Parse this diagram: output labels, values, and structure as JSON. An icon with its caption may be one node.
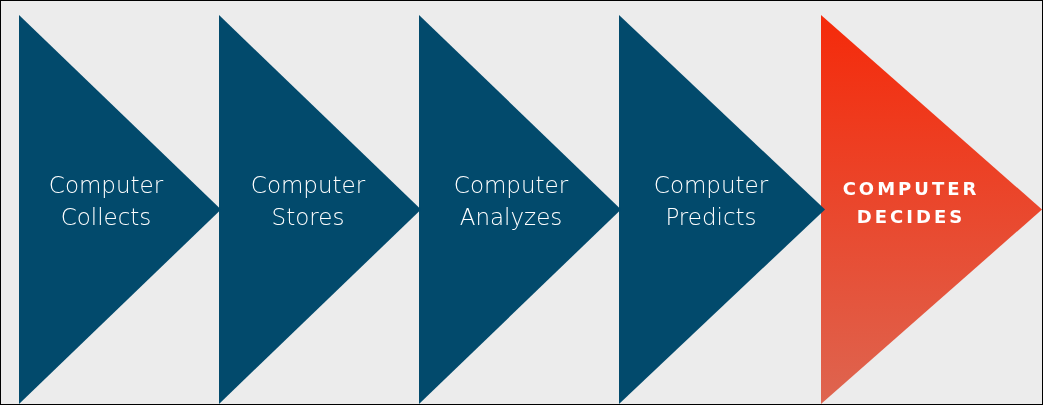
{
  "diagram": {
    "nodes": [
      {
        "text": [
          "Computer Collects"
        ]
      },
      {
        "text": [
          "Computer Stores"
        ]
      },
      {
        "text": [
          "Computer Analyzes"
        ]
      },
      {
        "text": [
          "Computer Predicts"
        ]
      },
      {
        "text": [
          "COMPUTER DECIDES"
        ]
      }
    ]
  }
}
